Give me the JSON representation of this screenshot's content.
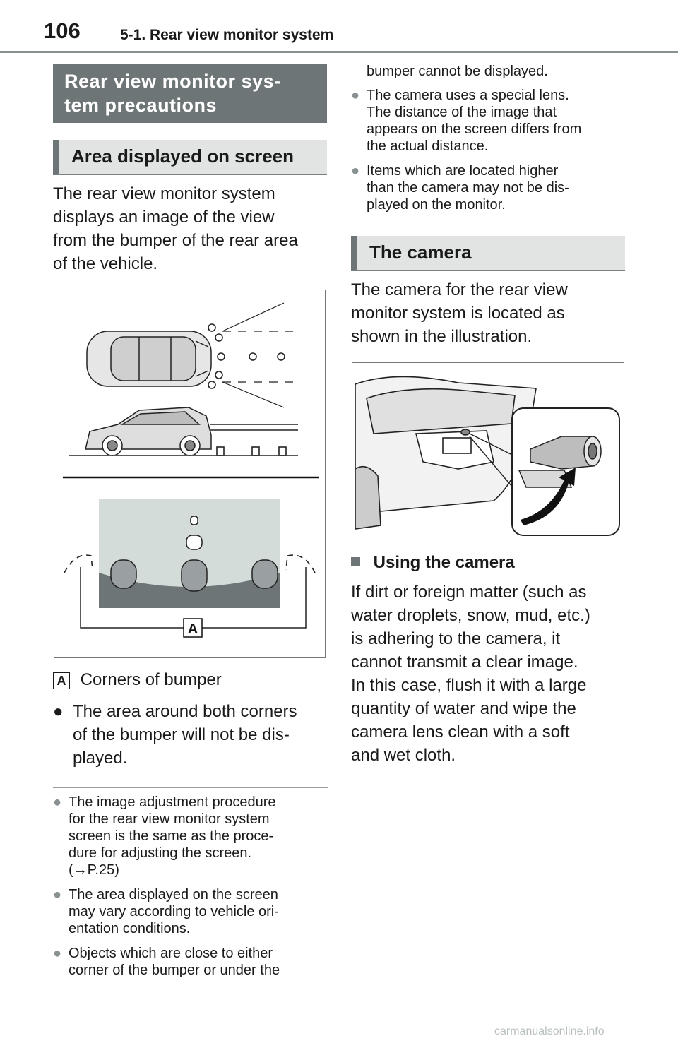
{
  "header": {
    "page_number": "106",
    "section": "5-1. Rear view monitor system"
  },
  "left": {
    "banner": "Rear view monitor sys-tem precautions",
    "banner_line1": "Rear view monitor sys-",
    "banner_line2": "tem precautions",
    "sub_banner": "Area displayed on screen",
    "intro": "The rear view monitor system displays an image of the view from the bumper of the rear area of the vehicle.",
    "intro_lines": [
      "The rear view monitor system",
      "displays an image of the view",
      "from the bumper of the rear area",
      "of the vehicle."
    ],
    "figure_label": "A",
    "legend_label": "A",
    "legend_text": "Corners of bumper",
    "bullet_text_lines": [
      "The area around both corners",
      "of the bumper will not be dis-",
      "played."
    ],
    "notes": [
      {
        "lines": [
          "The image adjustment procedure",
          "for the rear view monitor system",
          "screen is the same as the proce-",
          "dure for adjusting the screen.",
          "(→P.25)"
        ]
      },
      {
        "lines": [
          "The area displayed on the screen",
          "may vary according to vehicle ori-",
          "entation conditions."
        ]
      },
      {
        "lines": [
          "Objects which are close to either",
          "corner of the bumper or under the"
        ]
      }
    ]
  },
  "right": {
    "note_continued": "bumper cannot be displayed.",
    "notes": [
      {
        "lines": [
          "The camera uses a special lens.",
          "The distance of the image that",
          "appears on the screen differs from",
          "the actual distance."
        ]
      },
      {
        "lines": [
          "Items which are located higher",
          "than the camera may not be dis-",
          "played on the monitor."
        ]
      }
    ],
    "sub_banner": "The camera",
    "camera_text_lines": [
      "The camera for the rear view",
      "monitor system is located as",
      "shown in the illustration."
    ],
    "using_heading": "Using the camera",
    "using_text_lines": [
      "If dirt or foreign matter (such as",
      "water droplets, snow, mud, etc.)",
      "is adhering to the camera, it",
      "cannot transmit a clear image.",
      "In this case, flush it with a large",
      "quantity of water and wipe the",
      "camera lens clean with a soft",
      "and wet cloth."
    ]
  },
  "footer": "carmanualsonline.info",
  "colors": {
    "banner": "#6e7577",
    "sub_banner_bg": "#e2e4e4",
    "bullet": "#8a9193"
  }
}
